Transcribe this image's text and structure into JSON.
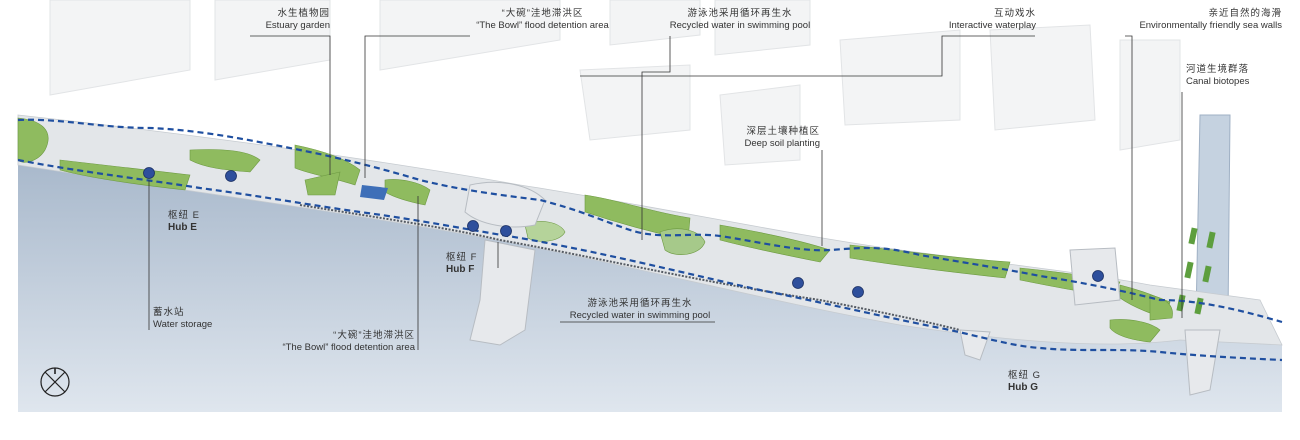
{
  "labels": {
    "estuary_garden": {
      "zh": "水生植物园",
      "en": "Estuary garden"
    },
    "bowl_top": {
      "zh": "“大碗”洼地滞洪区",
      "en": "“The Bowl” flood detention area"
    },
    "pool_top": {
      "zh": "游泳池采用循环再生水",
      "en": "Recycled water in swimming pool"
    },
    "waterplay": {
      "zh": "互动戏水",
      "en": "Interactive waterplay"
    },
    "sea_walls": {
      "zh": "亲近自然的海滑",
      "en": "Environmentally friendly sea walls"
    },
    "canal": {
      "zh": "河道生境群落",
      "en": "Canal biotopes"
    },
    "deep_soil": {
      "zh": "深层土壤种植区",
      "en": "Deep soil planting"
    },
    "hub_e": {
      "zh": "枢纽 E",
      "en": "Hub E"
    },
    "hub_f": {
      "zh": "枢纽 F",
      "en": "Hub F"
    },
    "hub_g": {
      "zh": "枢纽 G",
      "en": "Hub G"
    },
    "water_storage": {
      "zh": "蓄水站",
      "en": "Water storage"
    },
    "bowl_bottom": {
      "zh": "“大碗”洼地滞洪区",
      "en": "“The Bowl” flood detention area"
    },
    "pool_bottom": {
      "zh": "游泳池采用循环再生水",
      "en": "Recycled water in swimming pool"
    }
  },
  "colors": {
    "sea": "#b9c7d7",
    "land": "#e4e7ea",
    "green": "#8fbb5f",
    "path": "#1f4fa0",
    "hub": "#2e4f9c",
    "leader": "#333333"
  },
  "icons": {
    "compass": "north-arrow-icon"
  }
}
